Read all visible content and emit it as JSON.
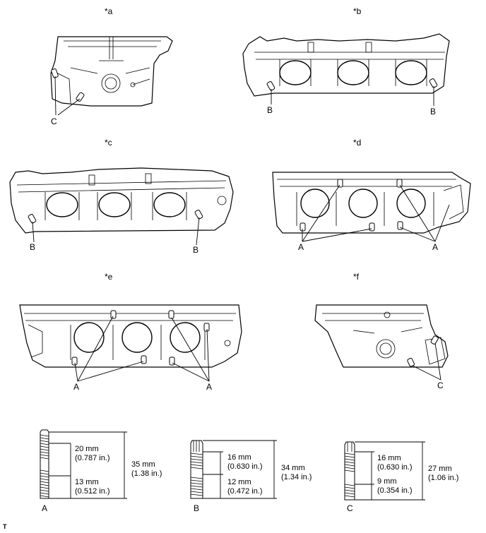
{
  "views": [
    {
      "tag": "*a",
      "callouts": [
        "C"
      ]
    },
    {
      "tag": "*b",
      "callouts": [
        "B",
        "B"
      ]
    },
    {
      "tag": "*c",
      "callouts": [
        "B",
        "B"
      ]
    },
    {
      "tag": "*d",
      "callouts": [
        "A",
        "A"
      ]
    },
    {
      "tag": "*e",
      "callouts": [
        "A",
        "A"
      ]
    },
    {
      "tag": "*f",
      "callouts": [
        "C"
      ]
    }
  ],
  "studs": [
    {
      "label": "A",
      "upper": "20 mm",
      "upper_in": "(0.787 in.)",
      "lower": "13 mm",
      "lower_in": "(0.512 in.)",
      "total": "35 mm",
      "total_in": "(1.38 in.)"
    },
    {
      "label": "B",
      "upper": "16 mm",
      "upper_in": "(0.630 in.)",
      "lower": "12 mm",
      "lower_in": "(0.472 in.)",
      "total": "34 mm",
      "total_in": "(1.34 in.)"
    },
    {
      "label": "C",
      "upper": "16 mm",
      "upper_in": "(0.630 in.)",
      "lower": "9 mm",
      "lower_in": "(0.354 in.)",
      "total": "27 mm",
      "total_in": "(1.06 in.)"
    }
  ],
  "corner_mark": "T"
}
